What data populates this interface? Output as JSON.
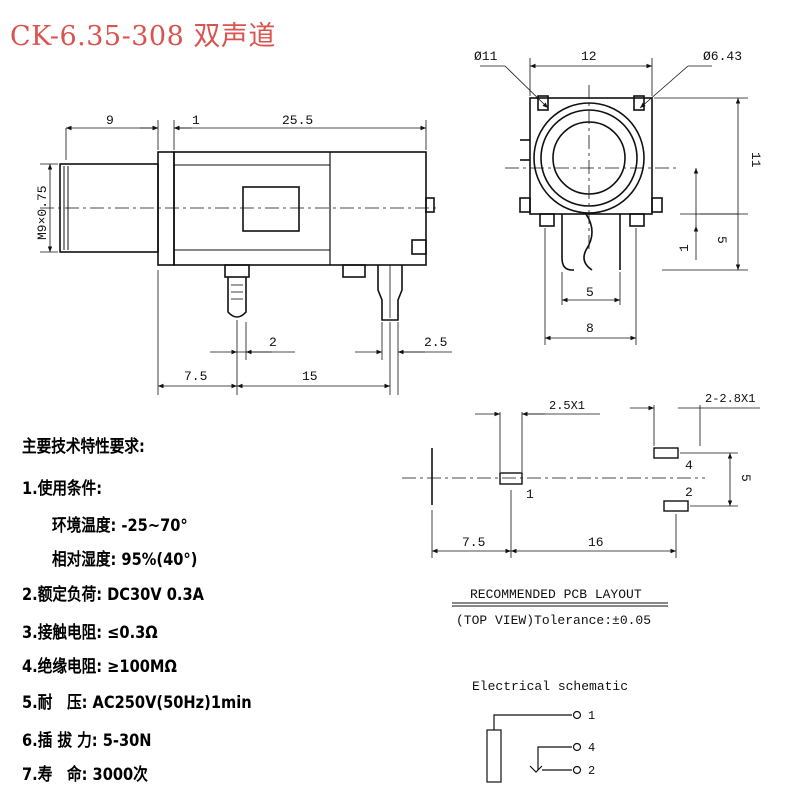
{
  "title": "CK-6.35-308 双声道",
  "side_view": {
    "dims": {
      "front": "9",
      "flange": "1",
      "body": "25.5",
      "thread": "M9×0.75",
      "pin_gap": "2",
      "pin_tail": "2.5",
      "left_offset": "7.5",
      "pin_span": "15"
    }
  },
  "front_view": {
    "dims": {
      "outer_dia": "Ø11",
      "width": "12",
      "inner_dia": "Ø6.43",
      "height": "11",
      "center_h": "5",
      "pin_off": "1",
      "pin_span": "5",
      "foot_span": "8"
    }
  },
  "pcb": {
    "dims": {
      "pad1": "2.5X1",
      "pads": "2-2.8X1",
      "offset": "7.5",
      "span": "16",
      "pitch": "5"
    },
    "pins": {
      "p1": "1",
      "p2": "2",
      "p4": "4"
    },
    "caption1": "RECOMMENDED PCB LAYOUT",
    "caption2": "(TOP VIEW)Tolerance:±0.05"
  },
  "specs": {
    "heading": "主要技术特性要求:",
    "items": [
      "1.使用条件:",
      "环境温度: -25~70°",
      "相对湿度: 95%(40°)",
      "2.额定负荷: DC30V 0.3A",
      "3.接触电阻: ≤0.3Ω",
      "4.绝缘电阻: ≥100MΩ",
      "5.耐　压: AC250V(50Hz)1min",
      "6.插 拔 力: 5-30N",
      "7.寿　命: 3000次"
    ]
  },
  "schematic": {
    "title": "Electrical schematic",
    "pins": {
      "p1": "1",
      "p4": "4",
      "p2": "2"
    }
  }
}
